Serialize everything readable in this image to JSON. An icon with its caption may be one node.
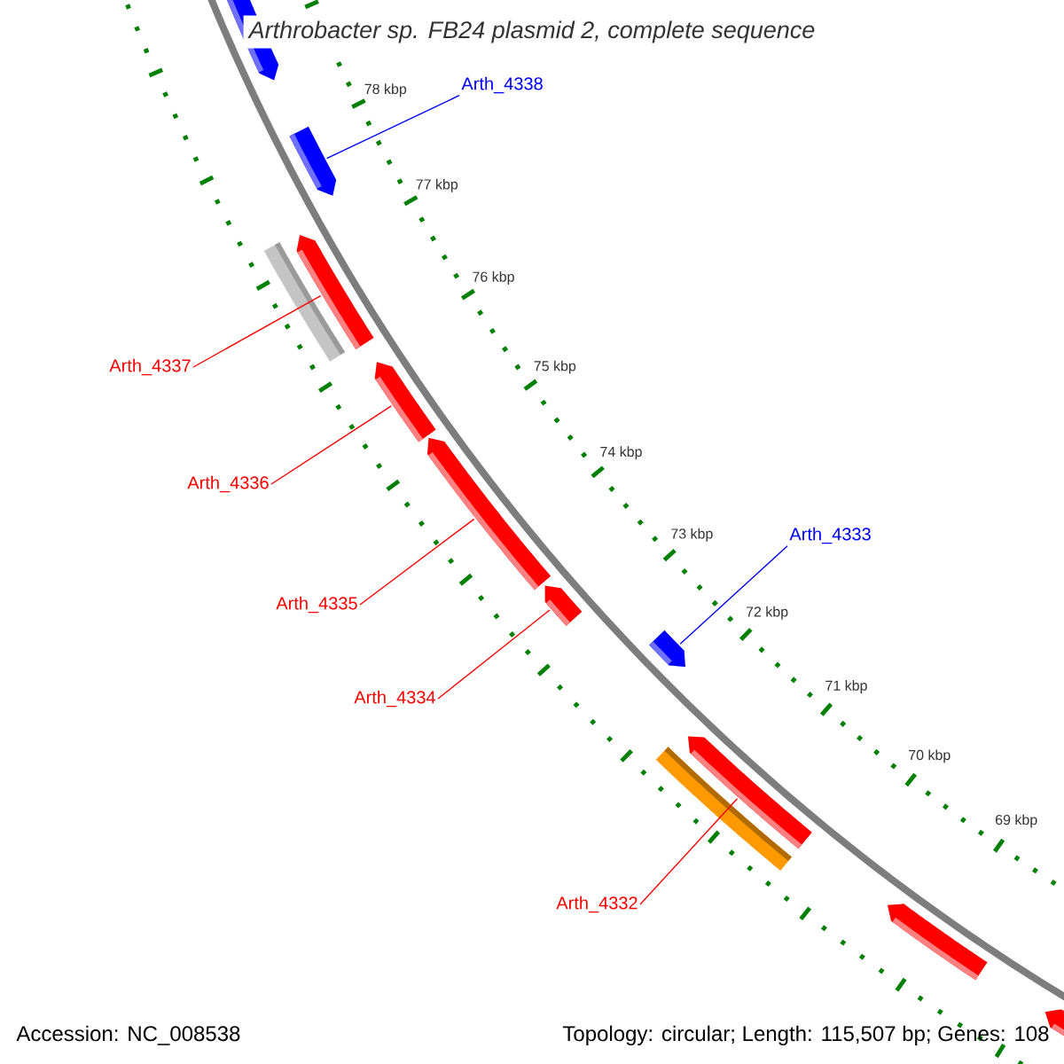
{
  "diagram": {
    "title": "Arthrobacter sp. FB24 plasmid 2, complete sequence",
    "nodes": [
      {
        "text": [
          "Arth_4338"
        ]
      },
      {
        "text": [],
        "shape": "arrow"
      },
      {
        "text": [],
        "shape": "arrow"
      },
      {
        "text": [],
        "shape": "bar"
      },
      {
        "text": [],
        "shape": "arrow"
      },
      {
        "text": [
          "Arth_4337"
        ]
      },
      {
        "text": [],
        "shape": "arrow"
      },
      {
        "text": [
          "Arth_4336"
        ]
      },
      {
        "text": [],
        "shape": "arrow"
      },
      {
        "text": [
          "Arth_4335"
        ]
      },
      {
        "text": [],
        "shape": "arrow"
      },
      {
        "text": [
          "Arth_4333"
        ]
      },
      {
        "text": [],
        "shape": "arrow"
      },
      {
        "text": [
          "Arth_4334"
        ]
      },
      {
        "text": [],
        "shape": "arrow"
      },
      {
        "text": [],
        "shape": "bar"
      },
      {
        "text": [
          "Arth_4332"
        ]
      },
      {
        "text": [],
        "shape": "arrow"
      },
      {
        "text": [],
        "shape": "arrow"
      }
    ],
    "edges": [
      {
        "from": 0,
        "to": 2,
        "arrow": "none",
        "color": "#0000ff"
      },
      {
        "from": 5,
        "to": 4,
        "arrow": "none"
      },
      {
        "from": 7,
        "to": 6,
        "arrow": "none"
      },
      {
        "from": 9,
        "to": 8,
        "arrow": "none"
      },
      {
        "from": 11,
        "to": 12,
        "arrow": "none",
        "color": "#0000ff"
      },
      {
        "from": 13,
        "to": 10,
        "arrow": "none"
      },
      {
        "from": 16,
        "to": 14,
        "arrow": "none"
      }
    ],
    "labels": [
      "78 kbp",
      "77 kbp",
      "76 kbp",
      "75 kbp",
      "74 kbp",
      "73 kbp",
      "72 kbp",
      "71 kbp",
      "70 kbp",
      "69 kbp",
      "Accession: NC_008538",
      "Topology: circular; Length: 115,507 bp; Genes: 108"
    ]
  }
}
